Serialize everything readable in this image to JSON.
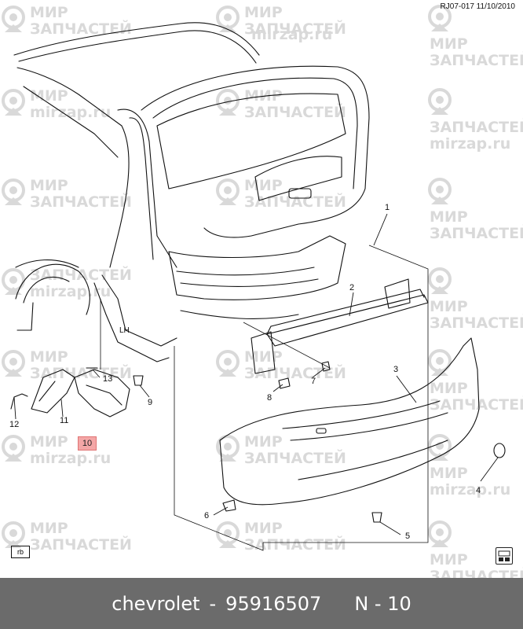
{
  "reference": "RJ07-017  11/10/2010",
  "callouts": {
    "c1": "1",
    "c2": "2",
    "c3": "3",
    "c4": "4",
    "c5": "5",
    "c6": "6",
    "c7": "7",
    "c8": "8",
    "c9": "9",
    "c10": "10",
    "c11": "11",
    "c12": "12",
    "c13": "13"
  },
  "side_label": "LH",
  "rb_label": "rb",
  "watermark": {
    "line1": "МИР",
    "line2": "ЗАПЧАСТЕЙ",
    "url": "mirzap.ru",
    "line2_upper": "ЗАПЧАСТЕЙ"
  },
  "footer": {
    "brand": "chevrolet",
    "separator": "-",
    "part_number": "95916507",
    "callout_label": "N - 10"
  },
  "colors": {
    "footer_bg": "#6b6b6b",
    "highlight": "#f4a7a7",
    "watermark": "#d9d9d9"
  }
}
